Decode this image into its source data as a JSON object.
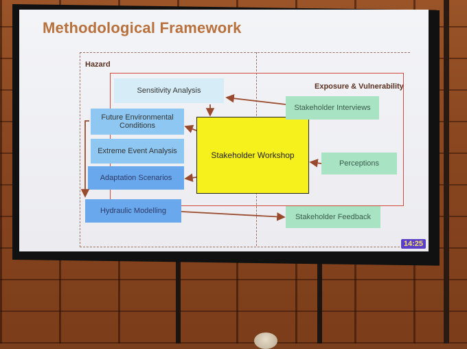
{
  "slide": {
    "title": "Methodological Framework",
    "hazard_label": "Hazard",
    "exposure_label": "Exposure & Vulnerability",
    "boxes": {
      "sensitivity": "Sensitivity Analysis",
      "future_env": "Future Environmental Conditions",
      "extreme_event": "Extreme Event Analysis",
      "adaptation": "Adaptation Scenarios",
      "hydraulic": "Hydraulic Modelling",
      "workshop": "Stakeholder Workshop",
      "interviews": "Stakeholder Interviews",
      "perceptions": "Perceptions",
      "feedback": "Stakeholder Feedback"
    },
    "clock": "14:25"
  },
  "colors": {
    "title": "#b8703c",
    "workshop": "#f6f01c",
    "green_box": "#a8e4c4",
    "blue_box": "#8ec8f2",
    "clock_bg": "#5a3ec8"
  }
}
